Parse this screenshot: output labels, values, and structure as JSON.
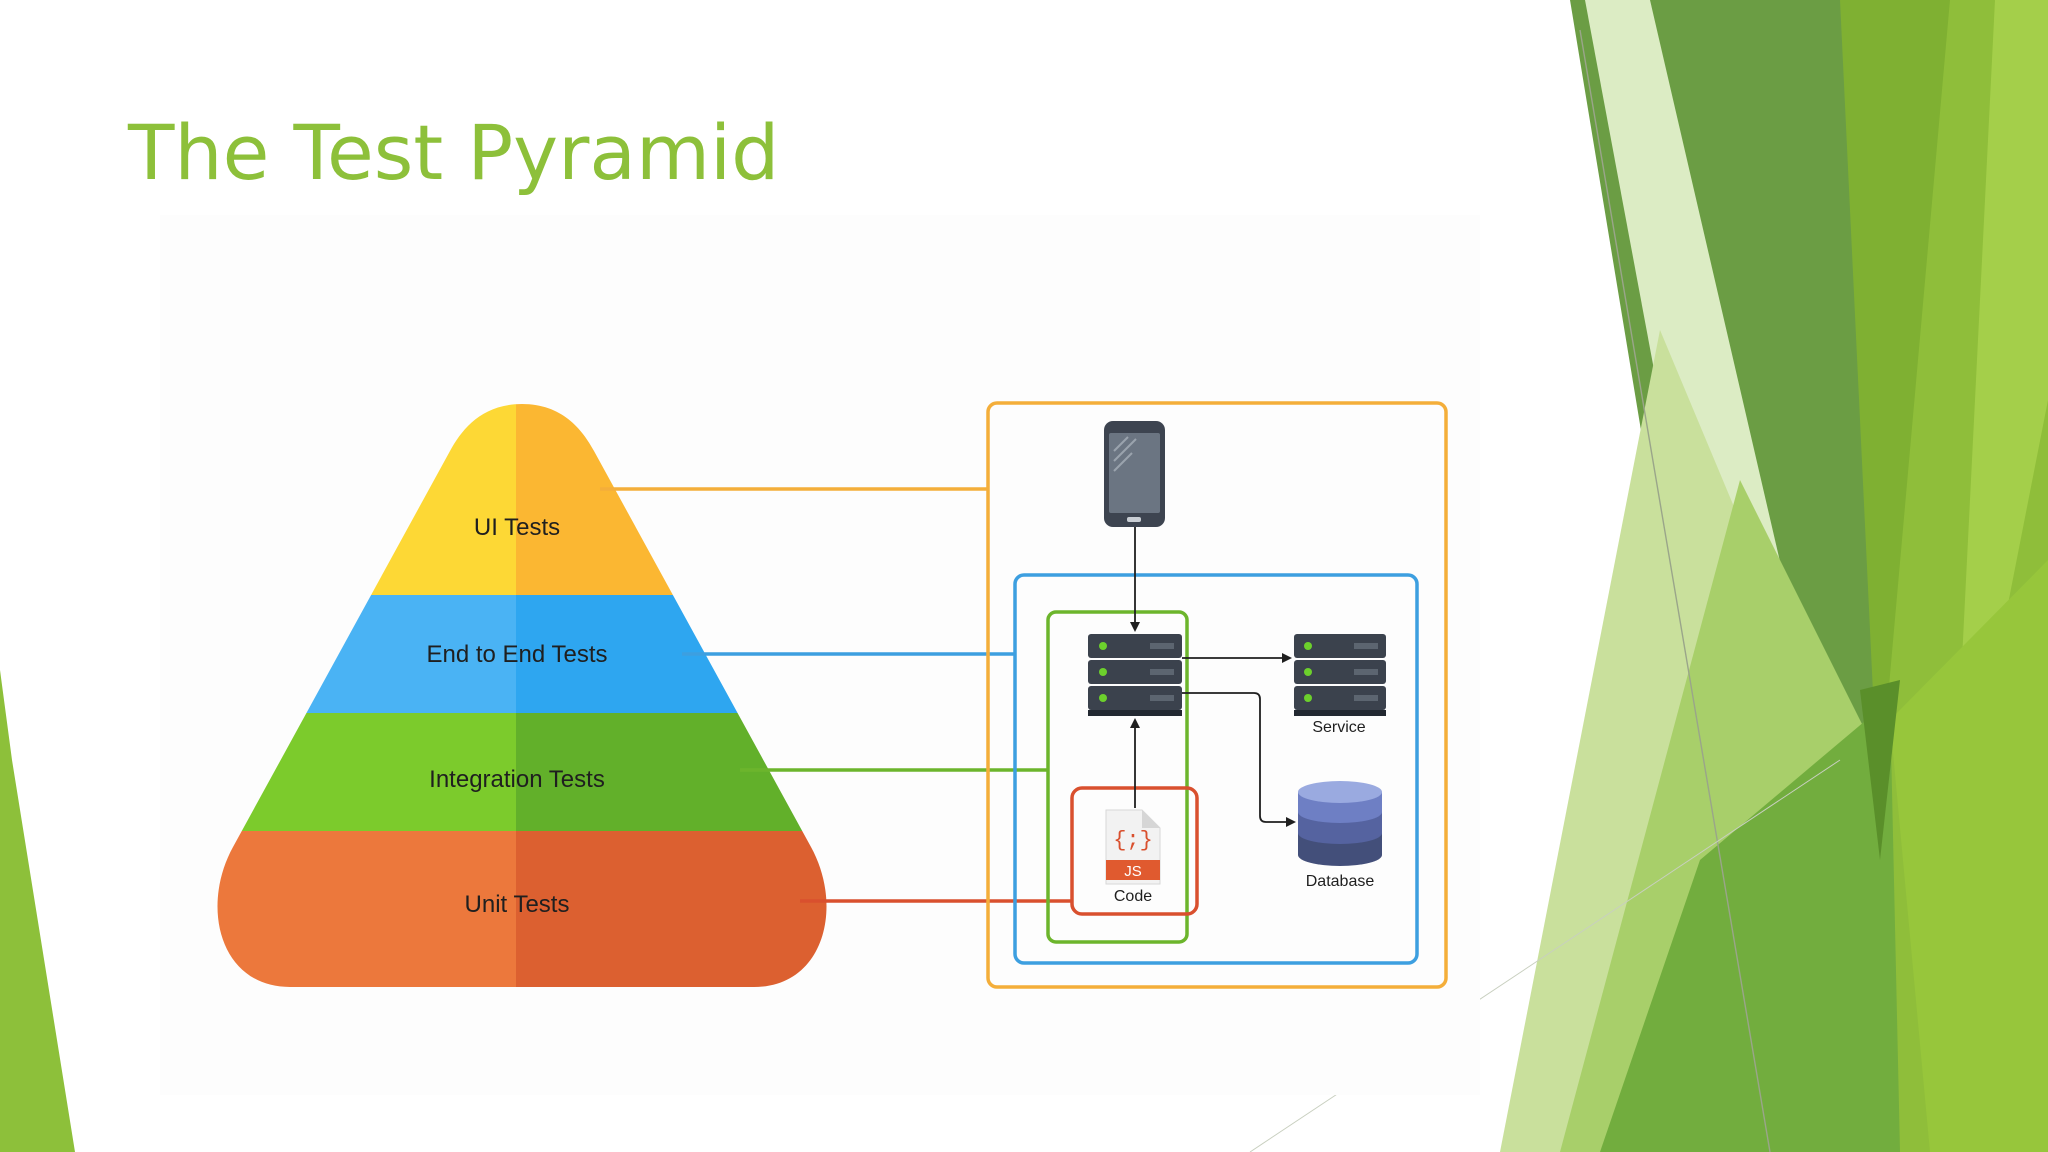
{
  "slide": {
    "title": "The Test Pyramid"
  },
  "pyramid": {
    "layers": [
      {
        "label": "UI Tests",
        "color_left": "#fdd835",
        "color_right": "#fbb732"
      },
      {
        "label": "End to End Tests",
        "color_left": "#4ab3f4",
        "color_right": "#2ea6f0"
      },
      {
        "label": "Integration Tests",
        "color_left": "#7ccb2c",
        "color_right": "#62b02a"
      },
      {
        "label": "Unit Tests",
        "color_left": "#ec783c",
        "color_right": "#dc6030"
      }
    ]
  },
  "architecture": {
    "nodes": {
      "service_label": "Service",
      "database_label": "Database",
      "code_label": "Code",
      "js_badge": "JS",
      "code_braces": "{;}"
    },
    "box_colors": {
      "ui": "#f4ae3a",
      "end_to_end": "#3d9fe0",
      "integration": "#6cb52c",
      "unit": "#d9502e"
    },
    "icons": [
      "phone-icon",
      "server-icon",
      "service-server-icon",
      "database-icon",
      "js-file-icon"
    ]
  },
  "theme": {
    "accent_green": "#8dc03a",
    "decor_greens": [
      "#6a9b42",
      "#7fb032",
      "#96c43e",
      "#c6df9a"
    ]
  }
}
